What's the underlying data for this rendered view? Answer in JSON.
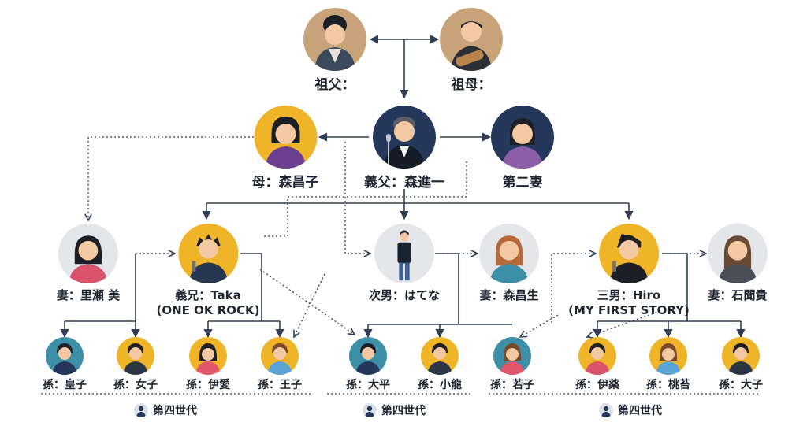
{
  "colors": {
    "line": "#2f3e55",
    "gold": "#f0b429",
    "navy": "#25375a",
    "teal": "#3d8fa8",
    "gray": "#e4e6ea",
    "skin": "#f3c9a4",
    "hair": "#1c1f26"
  },
  "people": {
    "grandfather": {
      "label": "祖父：",
      "icon": "person-icon"
    },
    "grandmother": {
      "label": "祖母：",
      "icon": "person-icon"
    },
    "mother": {
      "label": "母：森昌子",
      "icon": "person-icon"
    },
    "father_in_law": {
      "label": "義父：森進一",
      "icon": "person-icon"
    },
    "second_wife": {
      "label": "第二妻",
      "icon": "person-icon"
    },
    "wife_rise": {
      "label": "妻：里瀬 美",
      "icon": "person-icon"
    },
    "taka": {
      "label": "義兄：Taka",
      "label2": "(ONE OK ROCK)",
      "icon": "person-icon"
    },
    "second_son": {
      "label": "次男：はてな",
      "icon": "person-icon"
    },
    "wife_morimasa": {
      "label": "妻：森昌生",
      "icon": "person-icon"
    },
    "hiro": {
      "label": "三男：Hiro",
      "label2": "(MY FIRST STORY)",
      "icon": "person-icon"
    },
    "wife_ishiki": {
      "label": "妻：石聞貴",
      "icon": "person-icon"
    },
    "gc1": {
      "label": "孫：皇子",
      "icon": "person-icon"
    },
    "gc2": {
      "label": "孫：女子",
      "icon": "person-icon"
    },
    "gc3": {
      "label": "孫：伊愛",
      "icon": "person-icon"
    },
    "gc4": {
      "label": "孫：王子",
      "icon": "person-icon"
    },
    "gc5": {
      "label": "孫：大平",
      "icon": "person-icon"
    },
    "gc6": {
      "label": "孫：小龍",
      "icon": "person-icon"
    },
    "gc7": {
      "label": "孫：若子",
      "icon": "person-icon"
    },
    "gc8": {
      "label": "孫：伊薬",
      "icon": "person-icon"
    },
    "gc9": {
      "label": "孫：桃苔",
      "icon": "person-icon"
    },
    "gc10": {
      "label": "孫：大子",
      "icon": "person-icon"
    }
  },
  "generation_labels": [
    "第四世代",
    "第四世代",
    "第四世代"
  ]
}
